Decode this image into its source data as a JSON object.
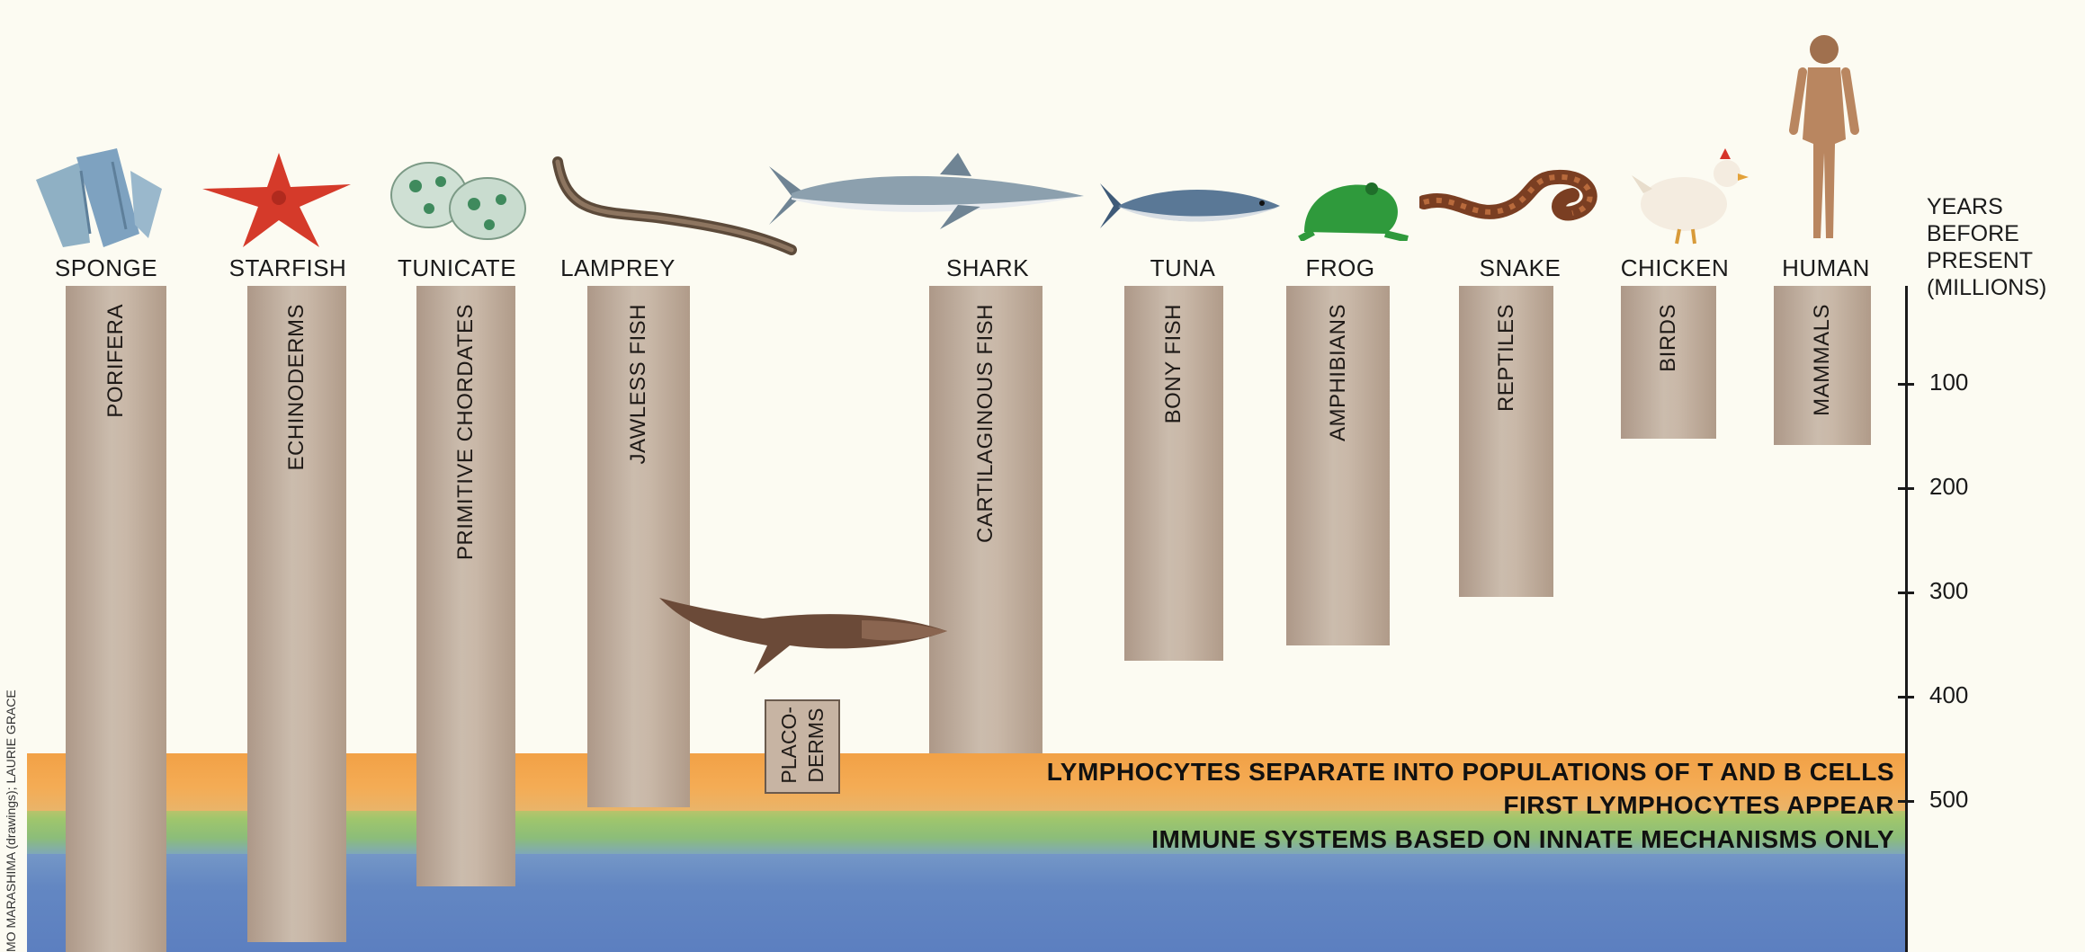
{
  "axis": {
    "title_lines": [
      "YEARS",
      "BEFORE",
      "PRESENT",
      "(MILLIONS)"
    ],
    "ticks": [
      "100",
      "200",
      "300",
      "400",
      "500"
    ]
  },
  "animals": [
    "SPONGE",
    "STARFISH",
    "TUNICATE",
    "LAMPREY",
    "SHARK",
    "TUNA",
    "FROG",
    "SNAKE",
    "CHICKEN",
    "HUMAN"
  ],
  "groups": [
    "PORIFERA",
    "ECHINODERMS",
    "PRIMITIVE CHORDATES",
    "JAWLESS FISH",
    "CARTILAGINOUS FISH",
    "BONY FISH",
    "AMPHIBIANS",
    "REPTILES",
    "BIRDS",
    "MAMMALS"
  ],
  "placoderms": "PLACO-\nDERMS",
  "bands": {
    "tb_cells": "LYMPHOCYTES SEPARATE INTO POPULATIONS OF T AND B CELLS",
    "first_lymphocytes": "FIRST LYMPHOCYTES APPEAR",
    "innate": "IMMUNE SYSTEMS BASED ON INNATE MECHANISMS ONLY"
  },
  "credit": "MO MARASHIMA (drawings); LAURIE GRACE",
  "colors": {
    "bar": "#c4b3a3",
    "band_orange": "#f2a146",
    "band_green": "#9fc66c",
    "band_blue": "#6387c2",
    "background": "#fcfbf2"
  },
  "icons": [
    "sponge-icon",
    "starfish-icon",
    "tunicate-icon",
    "lamprey-icon",
    "shark-icon",
    "tuna-icon",
    "frog-icon",
    "snake-icon",
    "chicken-icon",
    "human-icon",
    "placoderm-icon"
  ]
}
